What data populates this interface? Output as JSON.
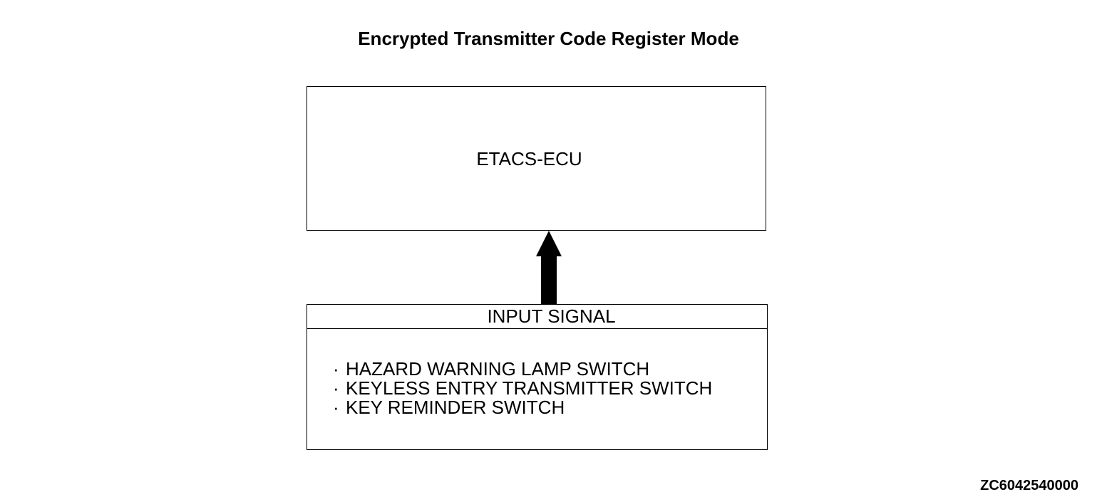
{
  "title": "Encrypted Transmitter Code Register Mode",
  "ecu": {
    "label": "ETACS-ECU"
  },
  "input": {
    "header": "INPUT SIGNAL",
    "bullet": "·",
    "signals": [
      "HAZARD WARNING LAMP SWITCH",
      "KEYLESS ENTRY TRANSMITTER SWITCH",
      "KEY REMINDER SWITCH"
    ]
  },
  "arrow": {
    "direction": "up",
    "from": "input-signal-box",
    "to": "etacs-ecu-box"
  },
  "figure_code": "ZC6042540000"
}
